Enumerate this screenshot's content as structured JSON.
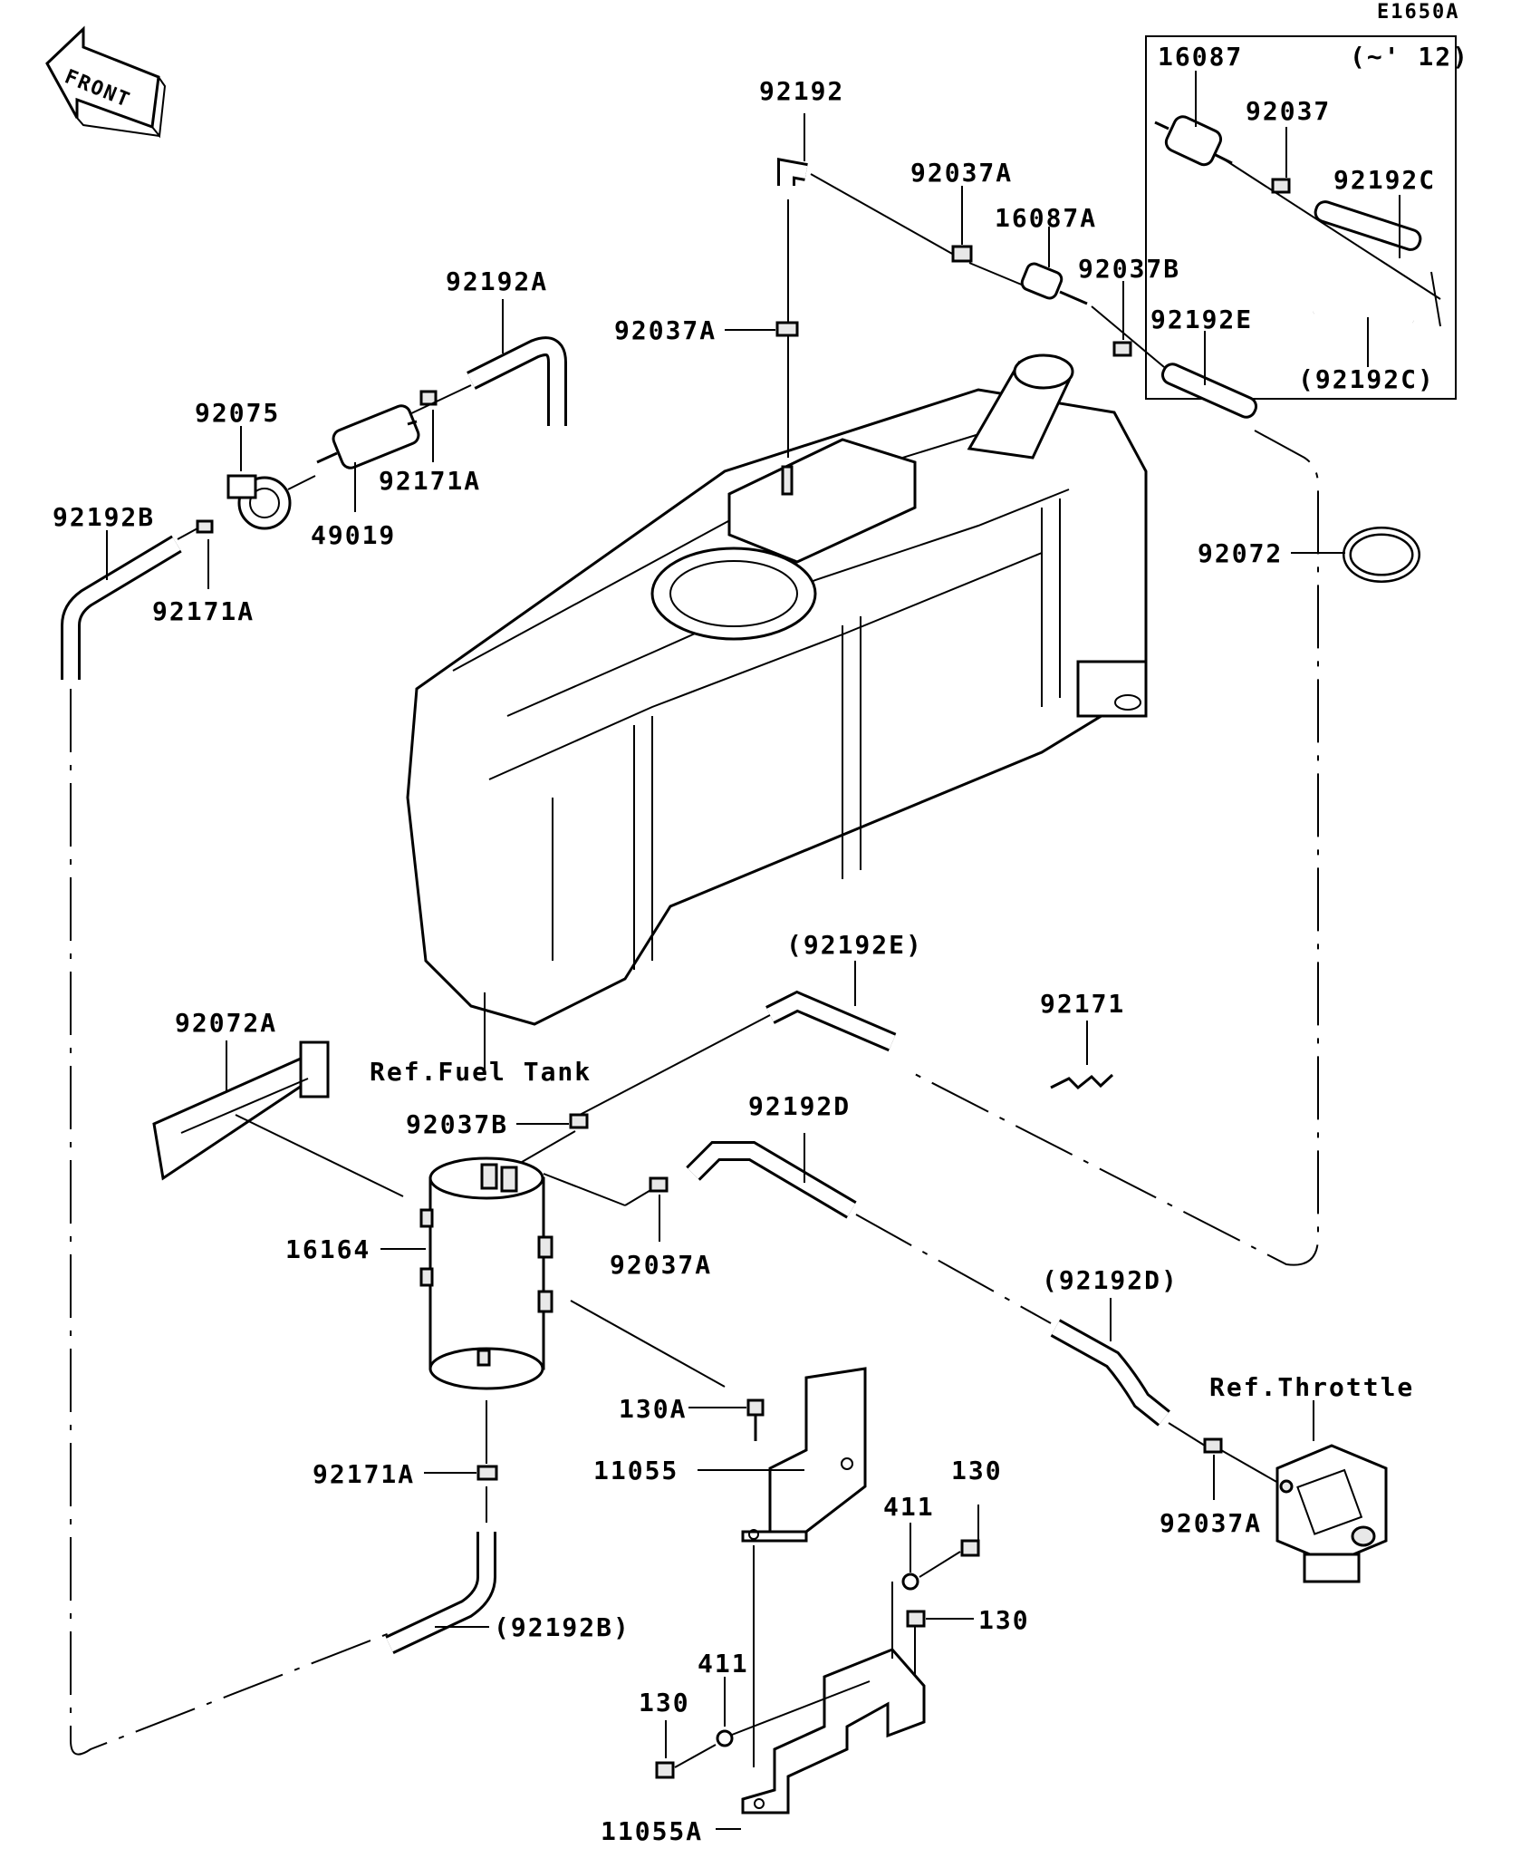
{
  "diagram_code": "E1650A",
  "front_arrow_text": "FRONT",
  "inset": {
    "date_note": "(~' 12)",
    "labels": {
      "p16087": "16087",
      "p92037": "92037",
      "p92192C": "92192C",
      "p92192C_alt": "(92192C)"
    }
  },
  "refs": {
    "fuel_tank": "Ref.Fuel Tank",
    "throttle": "Ref.Throttle"
  },
  "parts": {
    "p92192_top": "92192",
    "p92192A": "92192A",
    "p92037A_a": "92037A",
    "p16087A": "16087A",
    "p92037B_a": "92037B",
    "p92192E": "92192E",
    "p92037A_b": "92037A",
    "p92075": "92075",
    "p92171A_a": "92171A",
    "p49019": "49019",
    "p92192B": "92192B",
    "p92171A_b": "92171A",
    "p92072": "92072",
    "p92192E_alt": "(92192E)",
    "p92171": "92171",
    "p92072A": "92072A",
    "p92037B_b": "92037B",
    "p92192D": "92192D",
    "p16164": "16164",
    "p92037A_c": "92037A",
    "p92192D_alt": "(92192D)",
    "p130A": "130A",
    "p11055": "11055",
    "p92171A_c": "92171A",
    "p130_a": "130",
    "p411_a": "411",
    "p130_b": "130",
    "p92037A_d": "92037A",
    "p92192B_alt": "(92192B)",
    "p411_b": "411",
    "p130_c": "130",
    "p11055A": "11055A"
  }
}
